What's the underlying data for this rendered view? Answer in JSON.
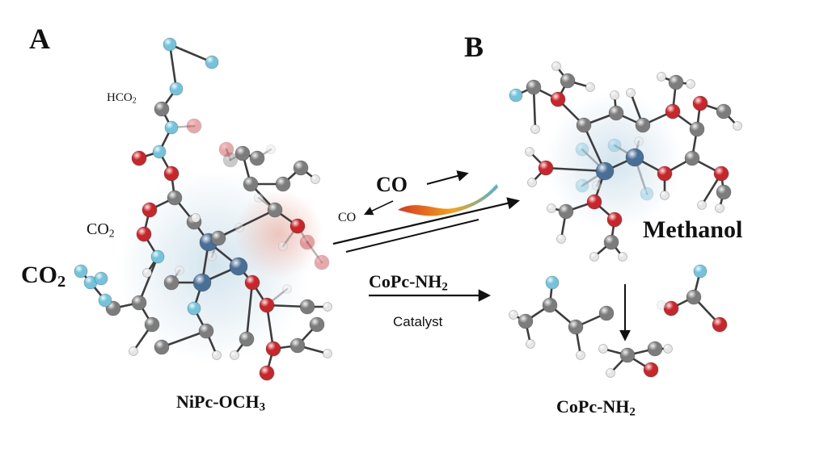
{
  "panels": {
    "a": {
      "letter": "A",
      "molecule_name": {
        "main": "NiPc-OCH",
        "sub": "3"
      },
      "labels": {
        "hco2": {
          "main": "HCO",
          "sub": "2"
        },
        "co2_small": {
          "main": "CO",
          "sub": "2"
        },
        "co2_large": {
          "main": "CO",
          "sub": "2"
        }
      }
    },
    "b": {
      "letter": "B",
      "product_label": "Methanol",
      "molecule_name": {
        "main": "CoPc-NH",
        "sub": "2"
      }
    }
  },
  "reaction": {
    "co_main": "CO",
    "co_small": "CO",
    "catalyst_name": {
      "main": "CoPc-NH",
      "sub": "2"
    },
    "catalyst_caption": "Catalyst"
  },
  "colors": {
    "carbon": "#7c7c7c",
    "oxygen": "#c8262a",
    "nitrogen": "#72c3db",
    "metal": "#4a6f96",
    "hydrogen": "#e6e6e6",
    "bond": "#3d3d3d"
  }
}
